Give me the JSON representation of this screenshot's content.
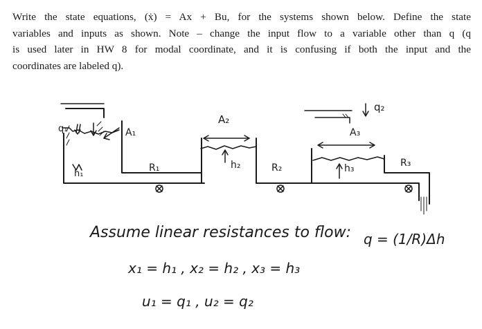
{
  "problem": {
    "line1": "Write the state equations, (ẋ) = Ax + Bu, for the systems shown below. Define the state",
    "line2": "variables and inputs as shown. Note – change the input flow to a variable other than q (q",
    "line3": "is used later in HW 8 for modal coordinate, and it is confusing if both the input and the",
    "line4": "coordinates are labeled q)."
  },
  "figure": {
    "labels": {
      "q1_input": "q₁",
      "a1": "A₁",
      "a2": "A₂",
      "a3": "A₃",
      "q2_input": "q₂",
      "h1": "h₁",
      "h2": "h₂",
      "h3": "h₃",
      "r1": "R₁",
      "r2": "R₂",
      "r3": "R₃"
    },
    "notes": {
      "assume": "Assume linear resistances to flow:",
      "formula": "q = (1/R)Δh",
      "states": "x₁ = h₁ , x₂ = h₂ , x₃ = h₃",
      "inputs": "u₁ = q₁ , u₂ = q₂"
    }
  }
}
